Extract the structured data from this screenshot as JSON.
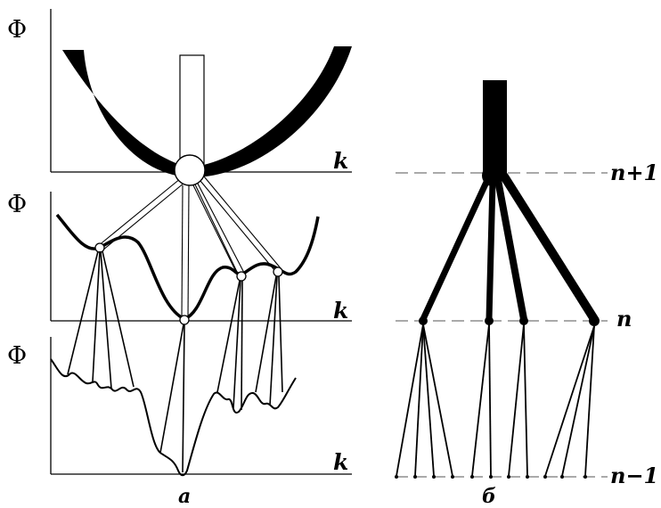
{
  "panel_a": {
    "caption": "a",
    "y_label": "Φ",
    "x_label": "k"
  },
  "panel_b": {
    "caption": "б",
    "levels": {
      "top": "n+1",
      "middle": "n",
      "bottom": "n−1"
    }
  },
  "colors": {
    "ink": "#000000",
    "guide": "#555555",
    "background": "#ffffff"
  }
}
